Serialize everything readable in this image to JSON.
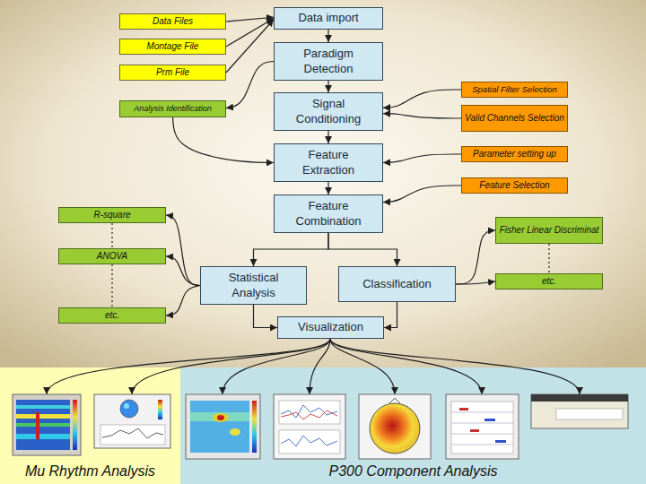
{
  "diagram": {
    "nodes": [
      {
        "text": [
          "Data Files"
        ]
      },
      {
        "text": [
          "Data import"
        ]
      },
      {
        "text": [
          "Montage File"
        ]
      },
      {
        "text": [
          "Paradigm Detection"
        ]
      },
      {
        "text": [
          "Prm File"
        ]
      },
      {
        "text": [
          "Spatial Filter Selection"
        ]
      },
      {
        "text": [
          "Analysis Identification"
        ]
      },
      {
        "text": [
          "Signal Conditioning"
        ]
      },
      {
        "text": [
          "Valid Channels Selection"
        ]
      },
      {
        "text": [
          "Feature Extraction"
        ]
      },
      {
        "text": [
          "Parameter setting up"
        ]
      },
      {
        "text": [
          "Feature Selection"
        ]
      },
      {
        "text": [
          "Feature Combination"
        ]
      },
      {
        "text": [
          "R-square"
        ]
      },
      {
        "text": [
          "Fisher Linear Discriminat"
        ]
      },
      {
        "text": [
          "ANOVA"
        ]
      },
      {
        "text": [
          "Statistical Analysis"
        ]
      },
      {
        "text": [
          "Classification"
        ]
      },
      {
        "text": [
          "etc."
        ]
      },
      {
        "text": [
          "etc."
        ]
      },
      {
        "text": [
          "Visualization"
        ]
      },
      {
        "text": [
          "Mu Rhythm Analysis"
        ]
      },
      {
        "text": [
          "P300 Component Analysis"
        ]
      }
    ],
    "edges": [
      {
        "from": 0,
        "to": 1,
        "arrow": "to"
      },
      {
        "from": 2,
        "to": 1,
        "arrow": "to"
      },
      {
        "from": 4,
        "to": 1,
        "arrow": "to"
      },
      {
        "from": 1,
        "to": 3,
        "arrow": "to"
      },
      {
        "from": 3,
        "to": 6,
        "arrow": "to"
      },
      {
        "from": 3,
        "to": 7,
        "arrow": "to"
      },
      {
        "from": 5,
        "to": 7,
        "arrow": "to"
      },
      {
        "from": 8,
        "to": 7,
        "arrow": "to"
      },
      {
        "from": 6,
        "to": 9,
        "arrow": "to"
      },
      {
        "from": 7,
        "to": 9,
        "arrow": "to"
      },
      {
        "from": 10,
        "to": 9,
        "arrow": "to"
      },
      {
        "from": 9,
        "to": 12,
        "arrow": "to"
      },
      {
        "from": 11,
        "to": 12,
        "arrow": "to"
      },
      {
        "from": 12,
        "to": 16,
        "arrow": "to"
      },
      {
        "from": 12,
        "to": 17,
        "arrow": "to"
      },
      {
        "from": 16,
        "to": 13,
        "arrow": "to"
      },
      {
        "from": 16,
        "to": 15,
        "arrow": "to"
      },
      {
        "from": 16,
        "to": 19,
        "arrow": "to"
      },
      {
        "from": 13,
        "to": 15,
        "arrow": "none"
      },
      {
        "from": 15,
        "to": 19,
        "arrow": "none"
      },
      {
        "from": 17,
        "to": 14,
        "arrow": "to"
      },
      {
        "from": 17,
        "to": 18,
        "arrow": "to"
      },
      {
        "from": 14,
        "to": 18,
        "arrow": "none"
      },
      {
        "from": 16,
        "to": 20,
        "arrow": "to"
      },
      {
        "from": 17,
        "to": 20,
        "arrow": "to"
      }
    ]
  }
}
